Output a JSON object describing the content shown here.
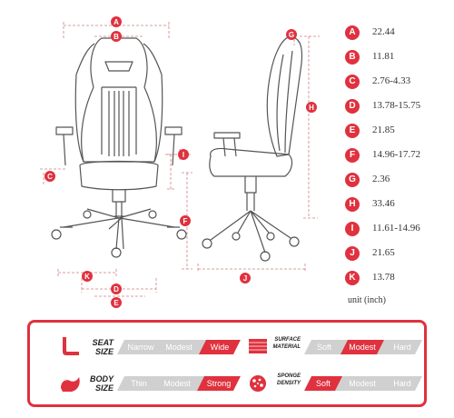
{
  "dimension_letters": [
    "A",
    "B",
    "C",
    "D",
    "E",
    "F",
    "G",
    "H",
    "I",
    "J",
    "K"
  ],
  "legend": [
    {
      "letter": "A",
      "value": "22.44"
    },
    {
      "letter": "B",
      "value": "11.81"
    },
    {
      "letter": "C",
      "value": "2.76-4.33"
    },
    {
      "letter": "D",
      "value": "13.78-15.75"
    },
    {
      "letter": "E",
      "value": "21.85"
    },
    {
      "letter": "F",
      "value": "14.96-17.72"
    },
    {
      "letter": "G",
      "value": "2.36"
    },
    {
      "letter": "H",
      "value": "33.46"
    },
    {
      "letter": "I",
      "value": "11.61-14.96"
    },
    {
      "letter": "J",
      "value": "21.65"
    },
    {
      "letter": "K",
      "value": "13.78"
    }
  ],
  "unit_note": "unit (inch)",
  "specs": {
    "seat_size": {
      "label_line1": "SEAT",
      "label_line2": "SIZE",
      "options": [
        "Narrow",
        "Modest",
        "Wide"
      ],
      "selected": "Wide",
      "icon": "seat-icon"
    },
    "body_size": {
      "label_line1": "BODY",
      "label_line2": "SIZE",
      "options": [
        "Thin",
        "Modest",
        "Strong"
      ],
      "selected": "Strong",
      "icon": "body-icon"
    },
    "surface_material": {
      "label_line1": "SURFACE",
      "label_line2": "MATERIAL",
      "options": [
        "Soft",
        "Modest",
        "Hard"
      ],
      "selected": "Modest",
      "icon": "surface-material-icon"
    },
    "sponge_density": {
      "label_line1": "SPONGE",
      "label_line2": "DENSITY",
      "options": [
        "Soft",
        "Modest",
        "Hard"
      ],
      "selected": "Soft",
      "icon": "sponge-density-icon"
    }
  },
  "colors": {
    "accent": "#e0313e",
    "line": "#555555",
    "dim_line": "#d08080",
    "bar_gray": "#d0d0d0"
  }
}
